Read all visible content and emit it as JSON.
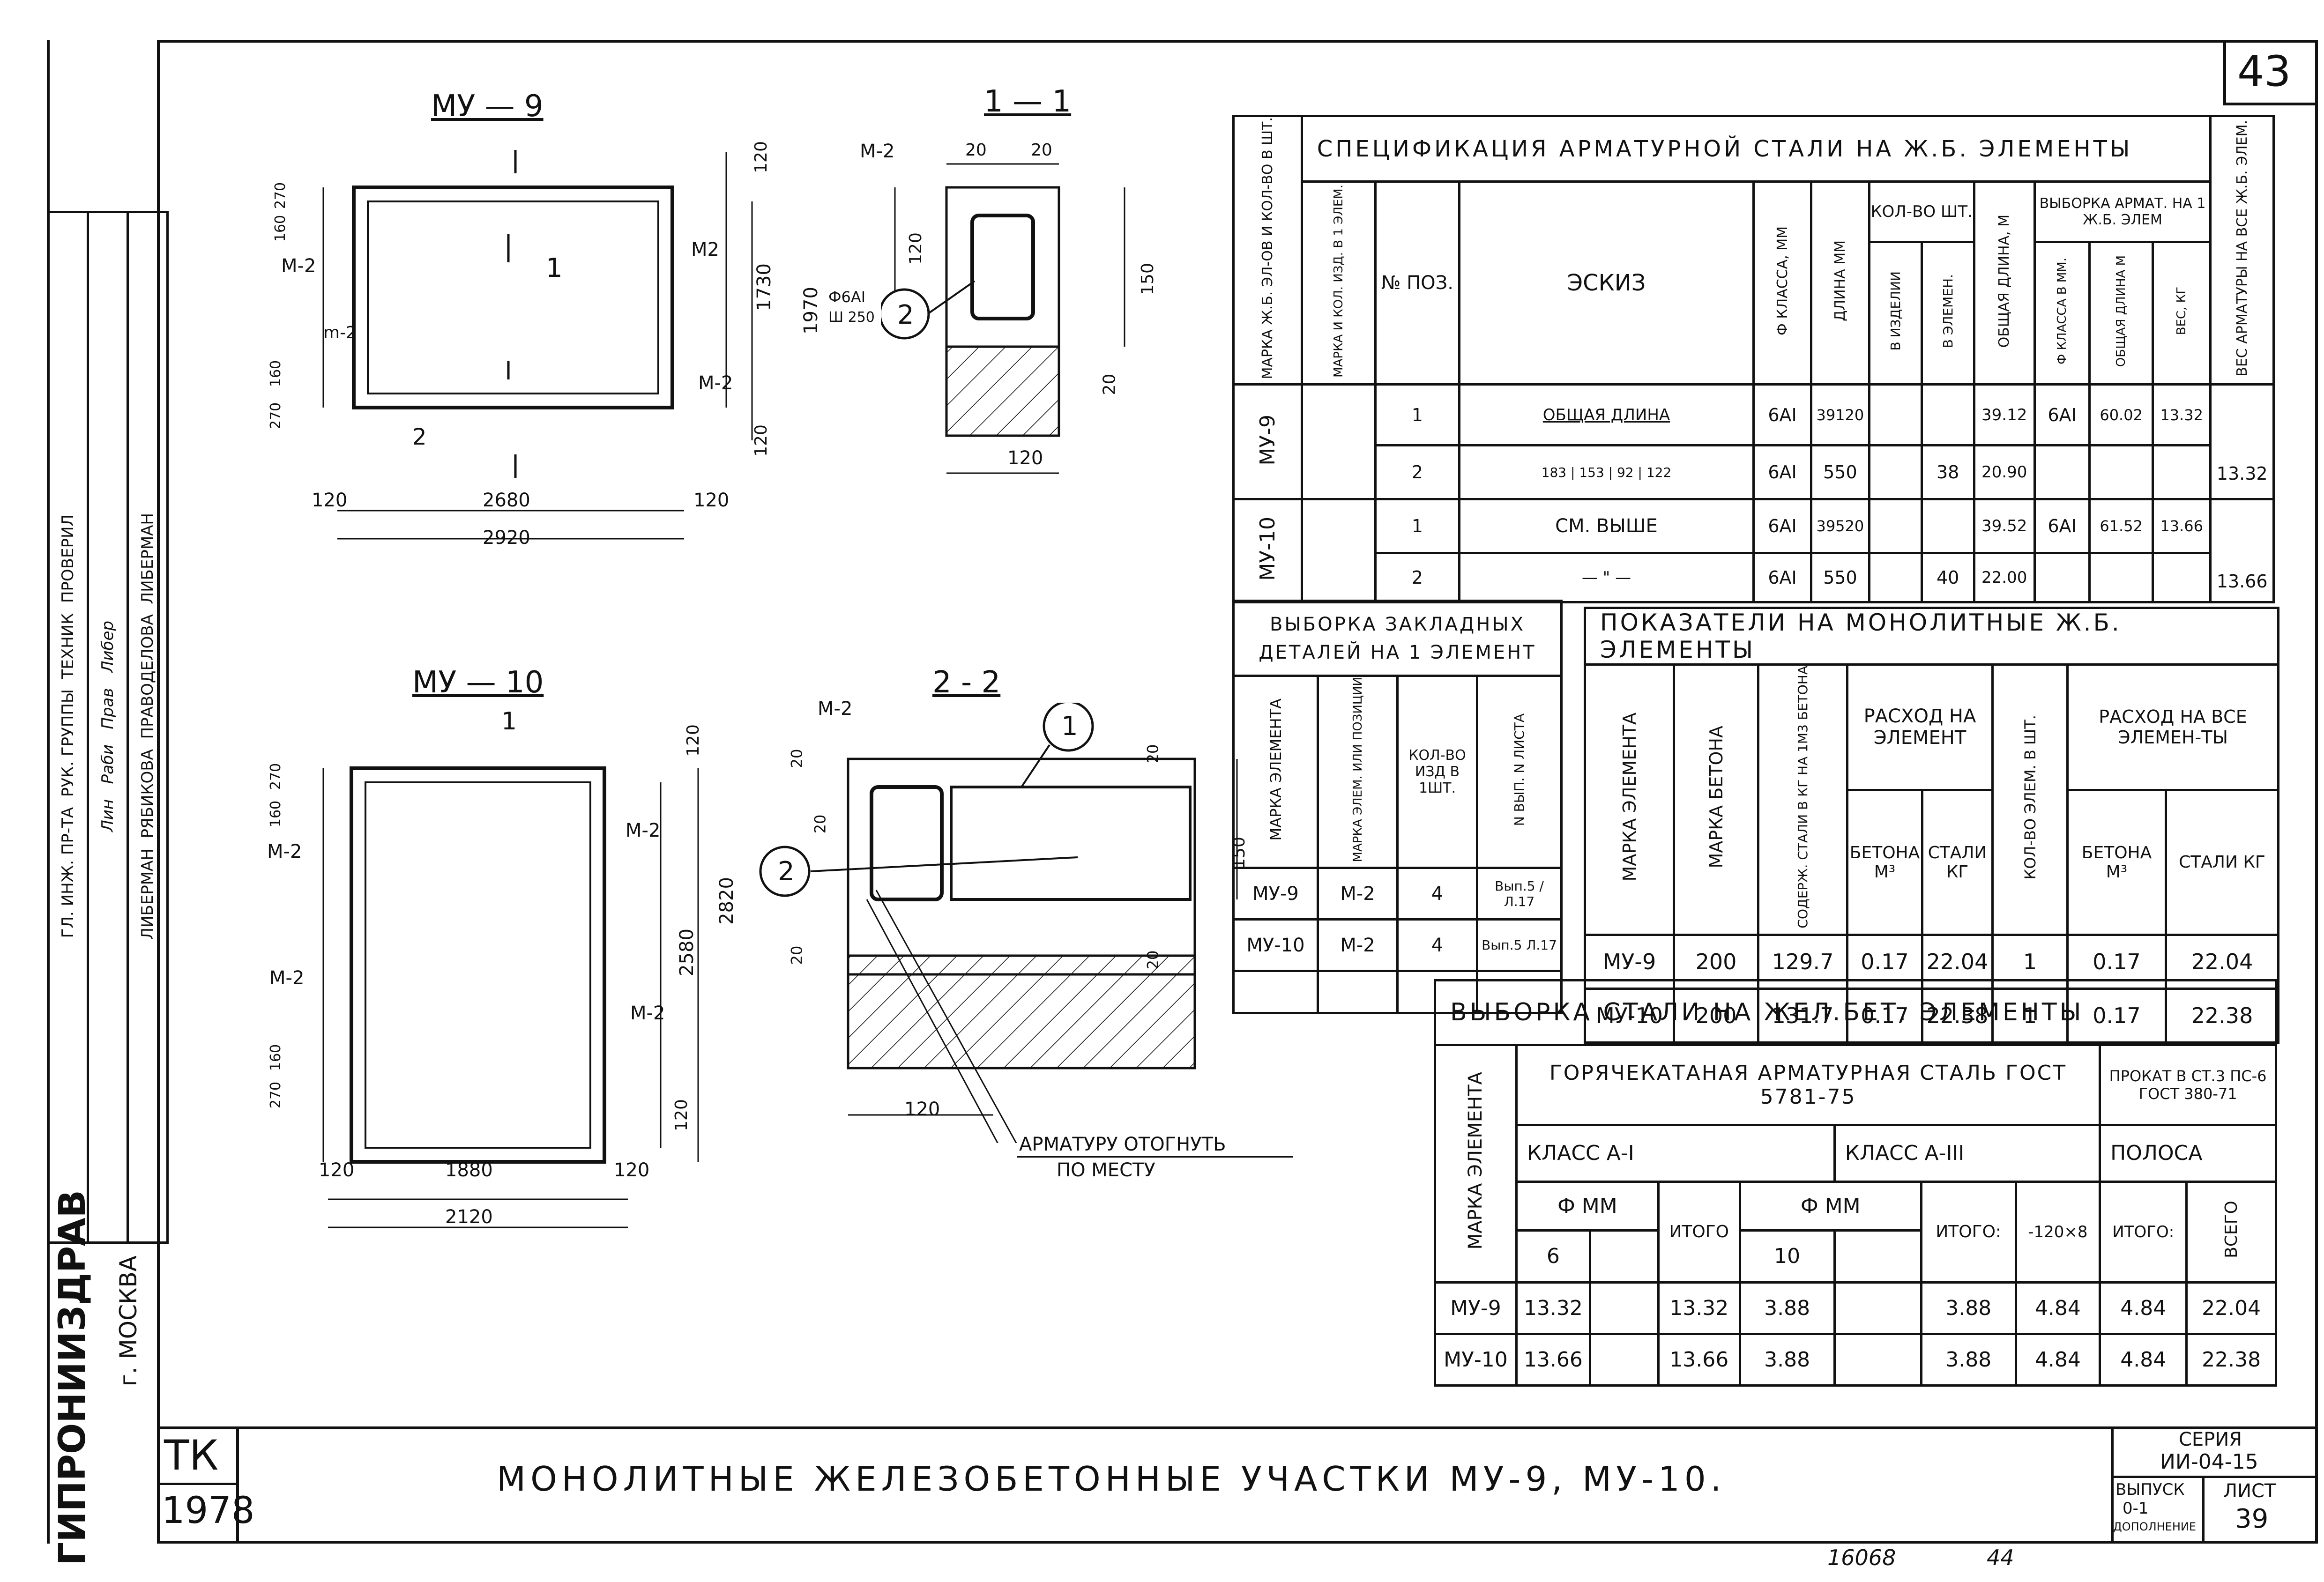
{
  "sheet_number": "43",
  "side_stamp": {
    "org": "ГИПРОНИИЗДРАВ",
    "city": "г. МОСКВА",
    "rows": [
      {
        "role": "ГЛ. ИНЖ. ПР-ТА",
        "sign": "Лин",
        "name": "ЛИБЕРМАН"
      },
      {
        "role": "РУК. ГРУППЫ",
        "sign": "Раби",
        "name": "РЯБИКОВА"
      },
      {
        "role": "ТЕХНИК",
        "sign": "Прав",
        "name": "ПРАВОДЕЛОВА"
      },
      {
        "role": "ПРОВЕРИЛ",
        "sign": "Либер",
        "name": "ЛИБЕРМАН"
      }
    ]
  },
  "drawings": {
    "mu9": {
      "title": "МУ — 9",
      "dims": {
        "top_180": "120",
        "h_1730": "1730",
        "h_1970": "1970",
        "bot_120": "120",
        "left_120": "120",
        "w_2680": "2680",
        "right_120": "120",
        "total_2920": "2920",
        "lt_160": "160",
        "lt_270": "270",
        "lb_270": "270",
        "lb_160": "160"
      },
      "marks": {
        "m2_left": "М-2",
        "m2_right_top": "М2",
        "m2_right_bot": "М-2",
        "m2_left2": "m-2",
        "sec1": "1",
        "sec2": "2"
      }
    },
    "s11": {
      "title": "1 — 1",
      "m2": "М-2",
      "dim_20a": "20",
      "dim_20b": "20",
      "dim_120v": "120",
      "dim_150": "150",
      "dim_20v": "20",
      "dim_120h": "120",
      "phi": "Ф6АI",
      "step": "Ш 250",
      "pos": "2"
    },
    "mu10": {
      "title": "МУ — 10",
      "dims": {
        "top_120": "120",
        "h_2580": "2580",
        "h_2820": "2820",
        "bot_120": "120",
        "left_120": "120",
        "w_1880": "1880",
        "right_120": "120",
        "total_2120": "2120",
        "lt_160": "160",
        "lt_270": "270",
        "lb_270": "270",
        "lb_160": "160"
      },
      "marks": {
        "m2_lt": "М-2",
        "m2_rt": "М-2",
        "m2_lb": "М-2",
        "m2_rb": "М-2",
        "sec1": "1"
      }
    },
    "s22": {
      "title": "2 - 2",
      "m2": "М-2",
      "pos1": "1",
      "pos2": "2",
      "d20a": "20",
      "d20b": "20",
      "d20c": "20",
      "d20d": "20",
      "d150": "150",
      "d120": "120",
      "d20e": "20",
      "note1": "АРМАТУРУ ОТОГНУТЬ",
      "note2": "ПО МЕСТУ"
    }
  },
  "spec": {
    "title": "СПЕЦИФИКАЦИЯ АРМАТУРНОЙ СТАЛИ НА Ж.Б. ЭЛЕМЕНТЫ",
    "col_mark": "МАРКА Ж.Б. ЭЛ-ОВ И КОЛ-ВО В ШТ.",
    "col_markq": "МАРКА И КОЛ. ИЗД. В 1 ЭЛЕМ.",
    "col_pos": "№ ПОЗ.",
    "col_sketch": "ЭСКИЗ",
    "col_phi": "Ф КЛАССА, ММ",
    "col_len": "ДЛИНА ММ",
    "col_qty": "КОЛ-ВО ШТ.",
    "col_qty_a": "В ИЗДЕЛИИ",
    "col_qty_b": "В ЭЛЕМЕН.",
    "col_total": "ОБЩАЯ ДЛИНА, М",
    "col_sel": "ВЫБОРКА АРМАТ. НА 1 Ж.Б. ЭЛЕМ",
    "col_sel_a": "Ф КЛАССА В ММ.",
    "col_sel_b": "ОБЩАЯ ДЛИНА М",
    "col_sel_c": "ВЕС, КГ",
    "col_weight": "ВЕС АРМАТУРЫ НА ВСЕ Ж.Б. ЭЛЕМ.",
    "groups": [
      {
        "mark": "МУ-9",
        "weight": "13.32",
        "rows": [
          {
            "pos": "1",
            "sketch": "ОБЩАЯ ДЛИНА",
            "phi": "6АI",
            "len": "39120",
            "qa": "",
            "qb": "",
            "total": "39.12",
            "s_phi": "6АI",
            "s_len": "60.02",
            "s_w": "13.32"
          },
          {
            "pos": "2",
            "sketch": "183 | 153 | 92 | 122",
            "phi": "6АI",
            "len": "550",
            "qa": "",
            "qb": "38",
            "total": "20.90",
            "s_phi": "",
            "s_len": "",
            "s_w": ""
          }
        ]
      },
      {
        "mark": "МУ-10",
        "weight": "13.66",
        "rows": [
          {
            "pos": "1",
            "sketch": "СМ. ВЫШЕ",
            "phi": "6АI",
            "len": "39520",
            "qa": "",
            "qb": "",
            "total": "39.52",
            "s_phi": "6АI",
            "s_len": "61.52",
            "s_w": "13.66"
          },
          {
            "pos": "2",
            "sketch": "— \" —",
            "phi": "6АI",
            "len": "550",
            "qa": "",
            "qb": "40",
            "total": "22.00",
            "s_phi": "",
            "s_len": "",
            "s_w": ""
          }
        ]
      }
    ]
  },
  "embedded": {
    "title1": "ВЫБОРКА ЗАКЛАДНЫХ",
    "title2": "ДЕТАЛЕЙ НА 1 ЭЛЕМЕНТ",
    "h_mark": "МАРКА ЭЛЕМЕНТА",
    "h_item": "МАРКА ЭЛЕМ. ИЛИ ПОЗИЦИИ",
    "h_qty": "КОЛ-ВО ИЗД В 1ШТ.",
    "h_ref": "N ВЫП. N ЛИСТА",
    "rows": [
      {
        "mark": "МУ-9",
        "item": "М-2",
        "qty": "4",
        "ref": "Вып.5 / Л.17"
      },
      {
        "mark": "МУ-10",
        "item": "М-2",
        "qty": "4",
        "ref": "Вып.5 Л.17"
      }
    ]
  },
  "indicators": {
    "title": "ПОКАЗАТЕЛИ НА МОНОЛИТНЫЕ Ж.Б. ЭЛЕМЕНТЫ",
    "h_mark": "МАРКА ЭЛЕМЕНТА",
    "h_concrete": "МАРКА БЕТОНА",
    "h_steel": "СОДЕРЖ. СТАЛИ В КГ НА 1М3 БЕТОНА",
    "h_use": "РАСХОД НА ЭЛЕМЕНТ",
    "h_use_a": "БЕТОНА М³",
    "h_use_b": "СТАЛИ КГ",
    "h_qty": "КОЛ-ВО ЭЛЕМ. В ШТ.",
    "h_all": "РАСХОД НА ВСЕ ЭЛЕМЕН-ТЫ",
    "h_all_a": "БЕТОНА М³",
    "h_all_b": "СТАЛИ КГ",
    "rows": [
      {
        "mark": "МУ-9",
        "concrete": "200",
        "steel": "129.7",
        "ua": "0.17",
        "ub": "22.04",
        "qty": "1",
        "aa": "0.17",
        "ab": "22.04"
      },
      {
        "mark": "МУ-10",
        "concrete": "200",
        "steel": "131.7",
        "ua": "0.17",
        "ub": "22.38",
        "qty": "1",
        "aa": "0.17",
        "ab": "22.38"
      }
    ]
  },
  "steel": {
    "title": "ВЫБОРКА СТАЛИ НА ЖЕЛ.БЕТ. ЭЛЕМЕНТЫ",
    "h_mark": "МАРКА ЭЛЕМЕНТА",
    "h_hot": "ГОРЯЧЕКАТАНАЯ АРМАТУРНАЯ СТАЛЬ ГОСТ 5781-75",
    "h_roll": "ПРОКАТ В СТ.3 ПС-6 ГОСТ 380-71",
    "h_class1": "КЛАСС А-I",
    "h_class3": "КЛАСС А-III",
    "h_strip": "ПОЛОСА",
    "h_phi1": "Ф ММ",
    "h_phi3": "Ф ММ",
    "h_itogo1": "ИТОГО",
    "h_itogo3": "ИТОГО:",
    "h_strip_size": "-120×8",
    "h_itogo_s": "ИТОГО:",
    "h_total": "ВСЕГО",
    "h_d6": "6",
    "h_d10": "10",
    "rows": [
      {
        "mark": "МУ-9",
        "d6": "13.32",
        "e1": "",
        "it1": "13.32",
        "d10": "3.88",
        "e3": "",
        "it3": "3.88",
        "s": "4.84",
        "its": "4.84",
        "tot": "22.04"
      },
      {
        "mark": "МУ-10",
        "d6": "13.66",
        "e1": "",
        "it1": "13.66",
        "d10": "3.88",
        "e3": "",
        "it3": "3.88",
        "s": "4.84",
        "its": "4.84",
        "tot": "22.38"
      }
    ]
  },
  "title_block": {
    "tk": "ТК",
    "year": "1978",
    "title": "МОНОЛИТНЫЕ ЖЕЛЕЗОБЕТОННЫЕ УЧАСТКИ МУ-9, МУ-10.",
    "series_label": "СЕРИЯ",
    "series": "ИИ-04-15",
    "issue_label": "ВЫПУСК",
    "issue": "0-1",
    "issue_sub": "ДОПОЛНЕНИЕ",
    "sheet_label": "ЛИСТ",
    "sheet": "39"
  },
  "footer": {
    "num1": "16068",
    "num2": "44"
  }
}
